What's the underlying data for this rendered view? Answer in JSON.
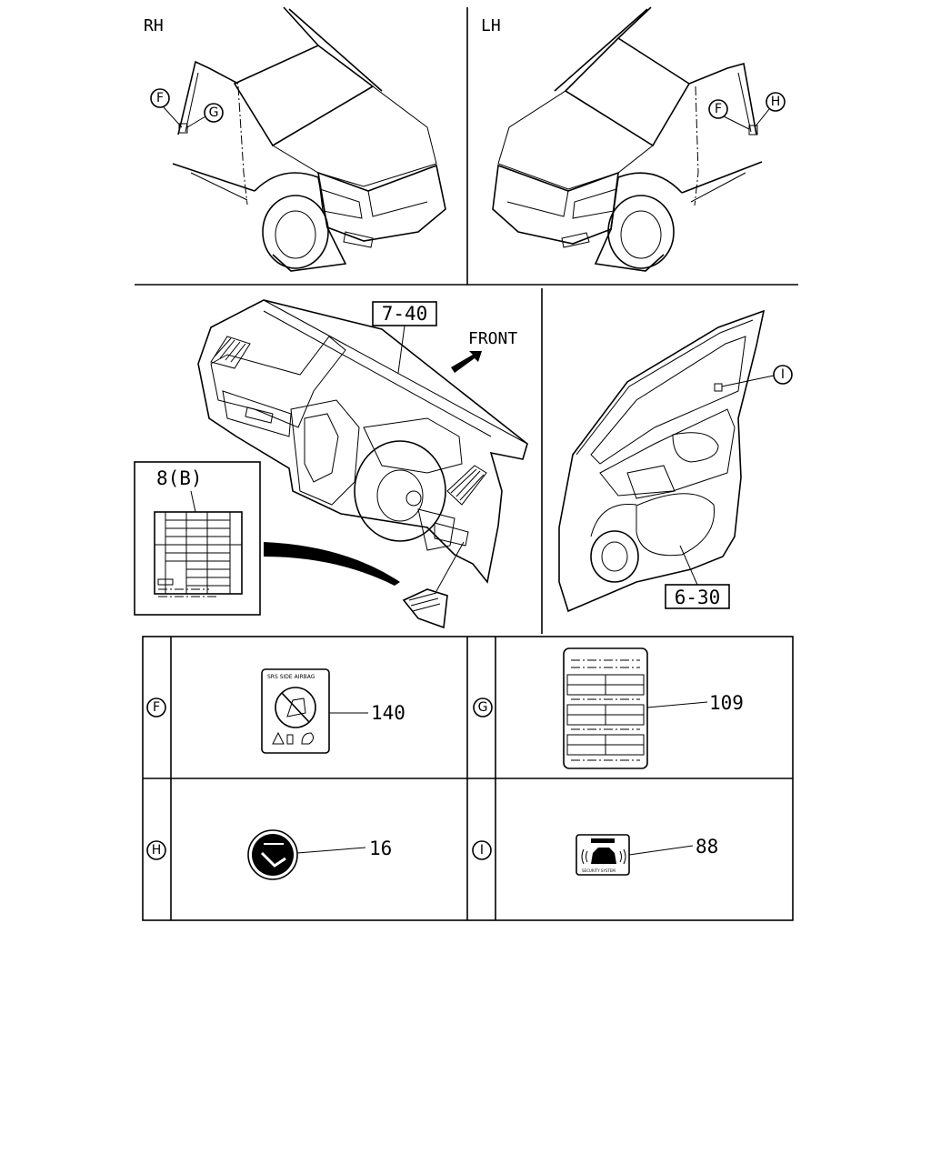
{
  "views": {
    "rh": "RH",
    "lh": "LH"
  },
  "dash": {
    "ref_dash": "7-40",
    "front": "FRONT",
    "ref_fuse": "8(B)"
  },
  "door": {
    "ref_door": "6-30"
  },
  "callouts": {
    "F": "F",
    "G": "G",
    "H": "H",
    "I": "I"
  },
  "table": {
    "rows": [
      {
        "key": "F",
        "part": "140",
        "label_text": "SRS SIDE AIRBAG"
      },
      {
        "key": "G",
        "part": "109"
      },
      {
        "key": "H",
        "part": "16"
      },
      {
        "key": "I",
        "part": "88",
        "label_text": "SECURITY SYSTEM"
      }
    ]
  }
}
